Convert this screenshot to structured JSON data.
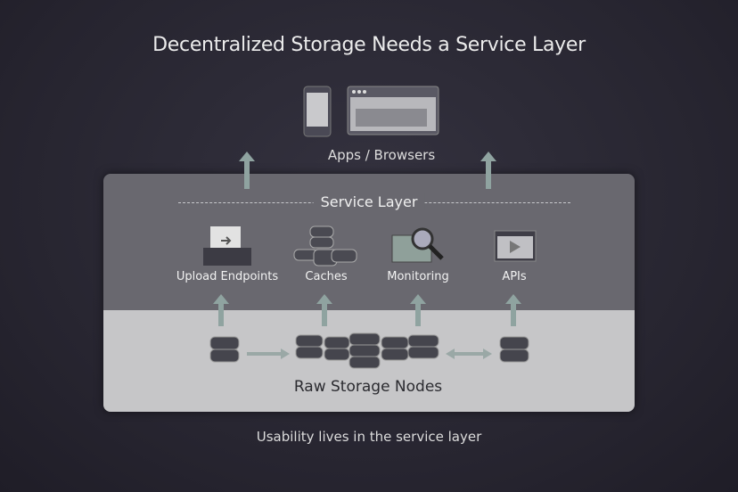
{
  "title": "Decentralized Storage Needs a Service Layer",
  "clients": {
    "label": "Apps / Browsers",
    "icons": [
      "phone-icon",
      "browser-window-icon"
    ]
  },
  "service_layer": {
    "title": "Service Layer",
    "components": [
      {
        "label": "Upload Endpoints",
        "icon": "upload-tray-icon"
      },
      {
        "label": "Caches",
        "icon": "database-stack-icon"
      },
      {
        "label": "Monitoring",
        "icon": "magnifier-chart-icon"
      },
      {
        "label": "APIs",
        "icon": "play-window-icon"
      }
    ]
  },
  "storage": {
    "label": "Raw Storage Nodes"
  },
  "footer": "Usability lives in the service layer",
  "colors": {
    "background": "#2a2835",
    "service_panel": "#69686f",
    "storage_panel": "#c6c6c8",
    "arrow": "#8fa3a0"
  }
}
